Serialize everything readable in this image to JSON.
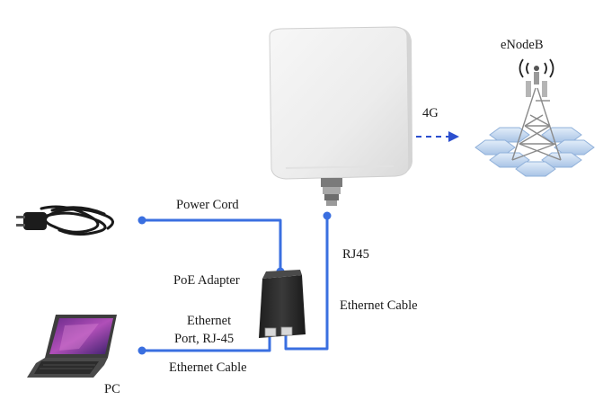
{
  "diagram": {
    "labels": {
      "enodeb": "eNodeB",
      "link_4g": "4G",
      "power_cord": "Power Cord",
      "rj45": "RJ45",
      "poe_adapter": "PoE Adapter",
      "ethernet_cable_vertical": "Ethernet Cable",
      "ethernet_port_line1": "Ethernet",
      "ethernet_port_line2": "Port, RJ-45",
      "ethernet_cable_bottom": "Ethernet Cable",
      "pc": "PC"
    },
    "icons": [
      "outdoor-cpe-device-icon",
      "cell-tower-icon",
      "power-plug-icon",
      "poe-adapter-icon",
      "laptop-icon"
    ],
    "colors": {
      "cable": "#3a6fe0",
      "signal_arrow": "#2c4fcf",
      "cpe_body": "#eeeeee",
      "hex_cells": "#bcd3ee",
      "tower": "#9a9a9a",
      "adapter": "#2a2a2a"
    }
  }
}
